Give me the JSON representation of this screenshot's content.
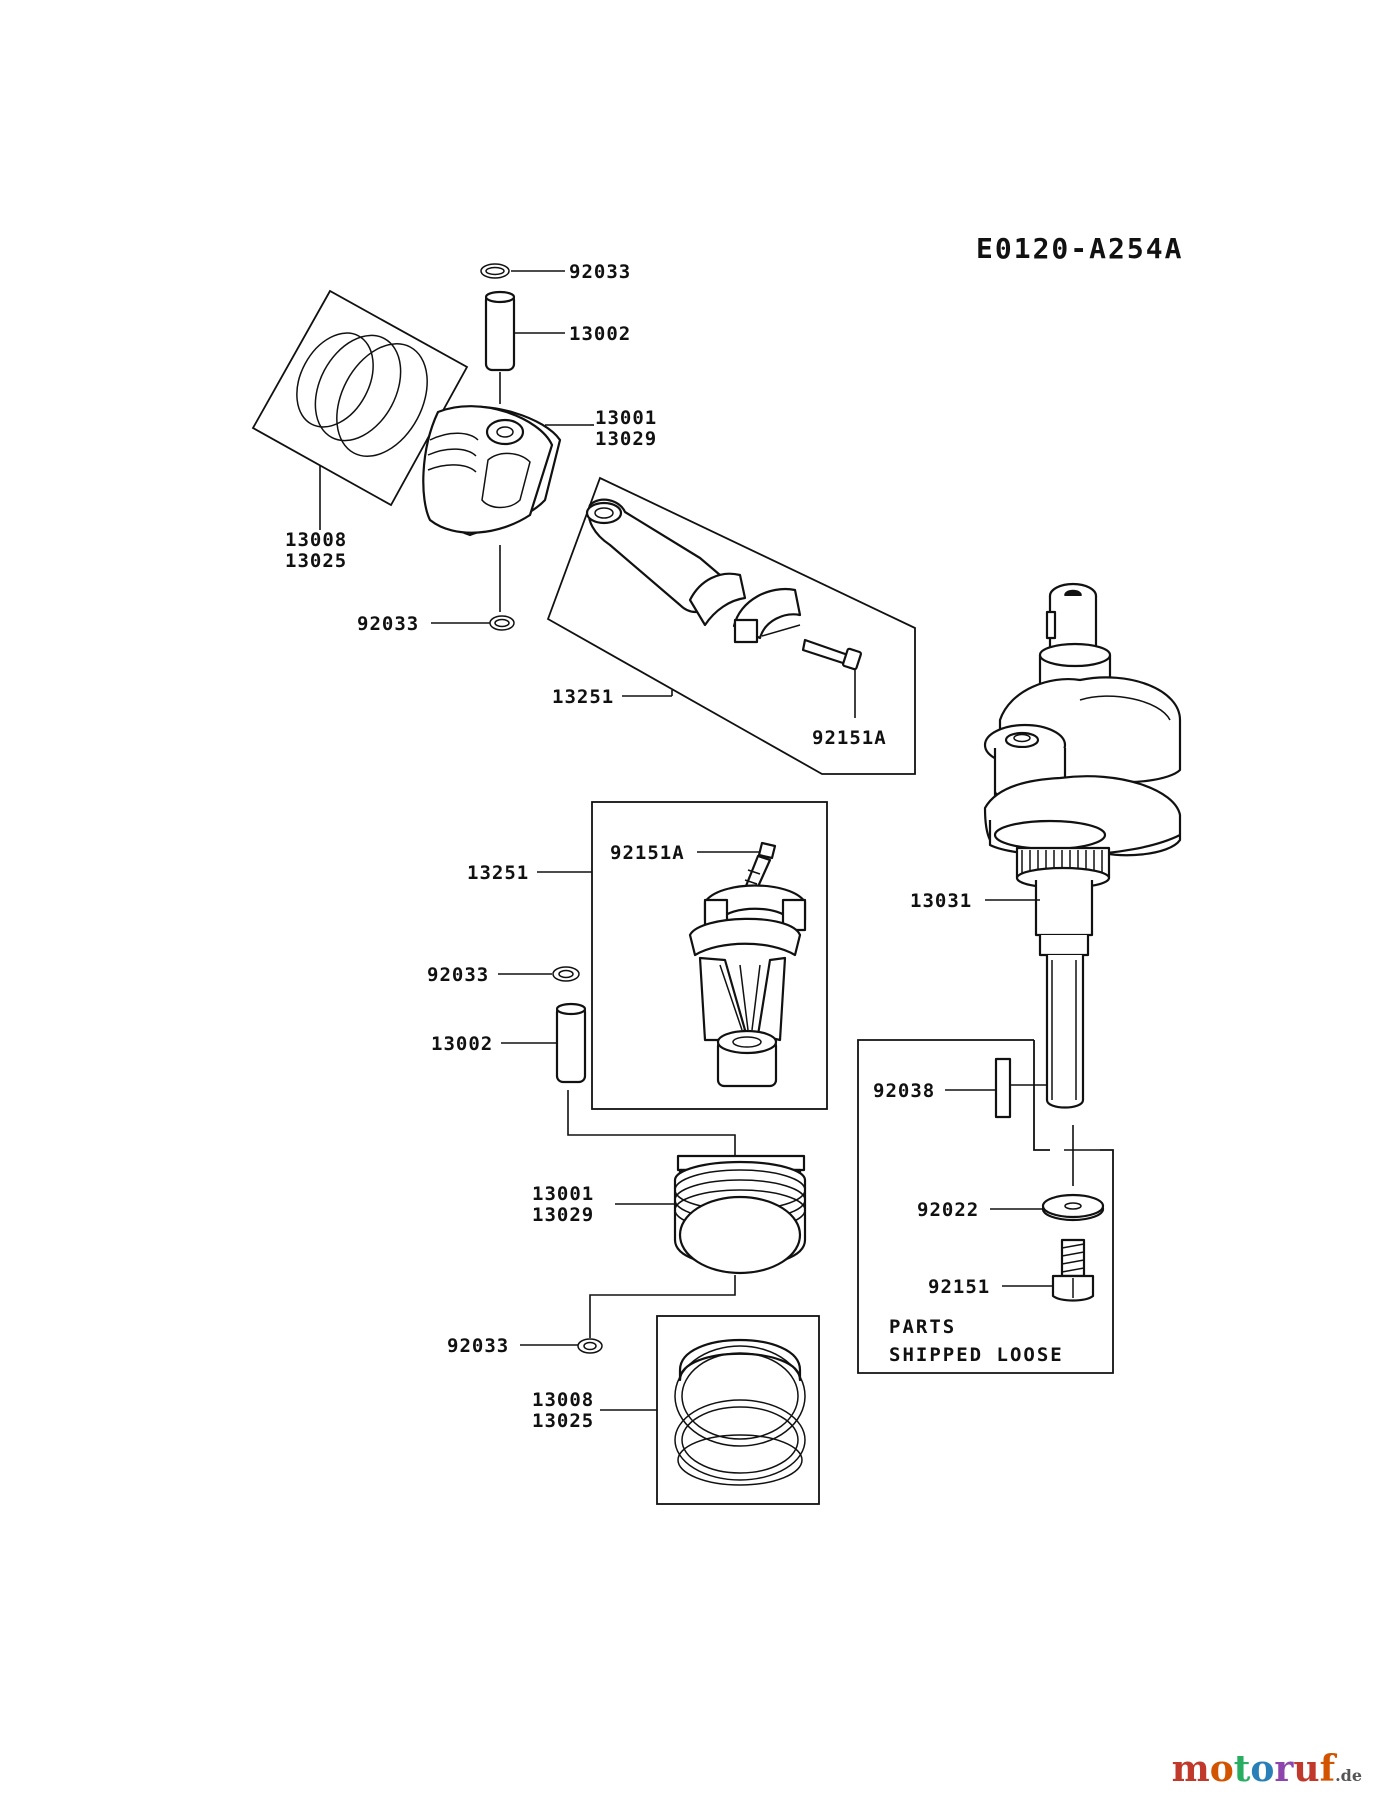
{
  "diagram_code": "E0120-A254A",
  "labels": {
    "top_clip": "92033",
    "top_pin": "13002",
    "top_piston_a": "13001",
    "top_piston_b": "13029",
    "top_rings_a": "13008",
    "top_rings_b": "13025",
    "top_clip_lower": "92033",
    "top_rod": "13251",
    "top_rod_bolt": "92151A",
    "mid_rod_bolt": "92151A",
    "mid_rod": "13251",
    "mid_clip": "92033",
    "mid_pin": "13002",
    "mid_piston_a": "13001",
    "mid_piston_b": "13029",
    "mid_clip_lower": "92033",
    "mid_rings_a": "13008",
    "mid_rings_b": "13025",
    "crankshaft": "13031",
    "key": "92038",
    "washer": "92022",
    "bolt": "92151"
  },
  "notes": {
    "line1": "PARTS",
    "line2": "SHIPPED LOOSE"
  },
  "watermark": {
    "text": "motoruf",
    "suffix": ".de",
    "letter_colors": [
      "#c0392b",
      "#d35400",
      "#27ae60",
      "#2980b9",
      "#8e44ad",
      "#c0392b",
      "#d35400"
    ]
  }
}
